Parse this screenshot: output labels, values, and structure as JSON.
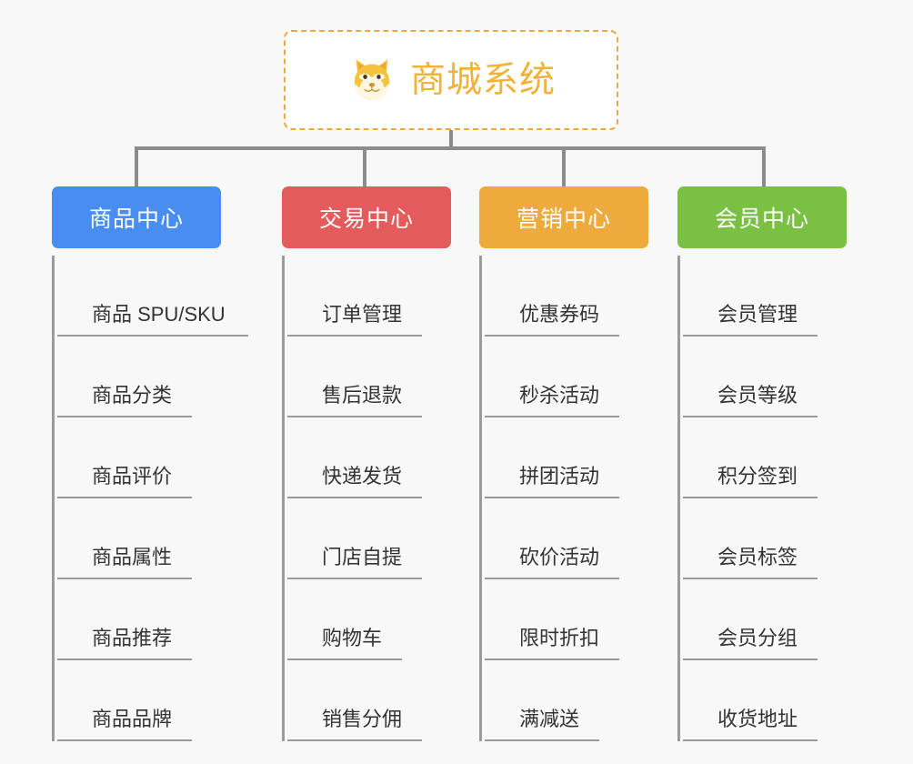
{
  "page": {
    "background_color": "#f8f8f8",
    "line_color": "#8c8c8c",
    "leaf_text_color": "#333333"
  },
  "root": {
    "title": "商城系统",
    "icon": "shiba-dog-icon",
    "text_color": "#f0b238",
    "border_color": "#e9a93f",
    "background_color": "#ffffff"
  },
  "chart_data": {
    "type": "diagram",
    "layout": "org-chart",
    "title": "商城系统",
    "root": "商城系统",
    "branches": [
      {
        "label": "商品中心",
        "color": "#4a8df0",
        "children": [
          "商品 SPU/SKU",
          "商品分类",
          "商品评价",
          "商品属性",
          "商品推荐",
          "商品品牌"
        ]
      },
      {
        "label": "交易中心",
        "color": "#e35b5b",
        "children": [
          "订单管理",
          "售后退款",
          "快递发货",
          "门店自提",
          "购物车",
          "销售分佣"
        ]
      },
      {
        "label": "营销中心",
        "color": "#eeaa3c",
        "children": [
          "优惠券码",
          "秒杀活动",
          "拼团活动",
          "砍价活动",
          "限时折扣",
          "满减送"
        ]
      },
      {
        "label": "会员中心",
        "color": "#77c champ"
      }
    ]
  },
  "columns": [
    {
      "label": "商品中心",
      "color": "#4a8df0",
      "items": [
        {
          "label": "商品 SPU/SKU",
          "rule_width": 210
        },
        {
          "label": "商品分类",
          "rule_width": 148
        },
        {
          "label": "商品评价",
          "rule_width": 148
        },
        {
          "label": "商品属性",
          "rule_width": 148
        },
        {
          "label": "商品推荐",
          "rule_width": 148
        },
        {
          "label": "商品品牌",
          "rule_width": 148
        }
      ]
    },
    {
      "label": "交易中心",
      "color": "#e35b5b",
      "items": [
        {
          "label": "订单管理",
          "rule_width": 148
        },
        {
          "label": "售后退款",
          "rule_width": 148
        },
        {
          "label": "快递发货",
          "rule_width": 148
        },
        {
          "label": "门店自提",
          "rule_width": 148
        },
        {
          "label": "购物车",
          "rule_width": 126
        },
        {
          "label": "销售分佣",
          "rule_width": 148
        }
      ]
    },
    {
      "label": "营销中心",
      "color": "#eeaa3c",
      "items": [
        {
          "label": "优惠券码",
          "rule_width": 148
        },
        {
          "label": "秒杀活动",
          "rule_width": 148
        },
        {
          "label": "拼团活动",
          "rule_width": 148
        },
        {
          "label": "砍价活动",
          "rule_width": 148
        },
        {
          "label": "限时折扣",
          "rule_width": 148
        },
        {
          "label": "满减送",
          "rule_width": 126
        }
      ]
    },
    {
      "label": "会员中心",
      "color": "#7ac143",
      "items": [
        {
          "label": "会员管理",
          "rule_width": 148
        },
        {
          "label": "会员等级",
          "rule_width": 148
        },
        {
          "label": "积分签到",
          "rule_width": 148
        },
        {
          "label": "会员标签",
          "rule_width": 148
        },
        {
          "label": "会员分组",
          "rule_width": 148
        },
        {
          "label": "收货地址",
          "rule_width": 148
        }
      ]
    }
  ]
}
